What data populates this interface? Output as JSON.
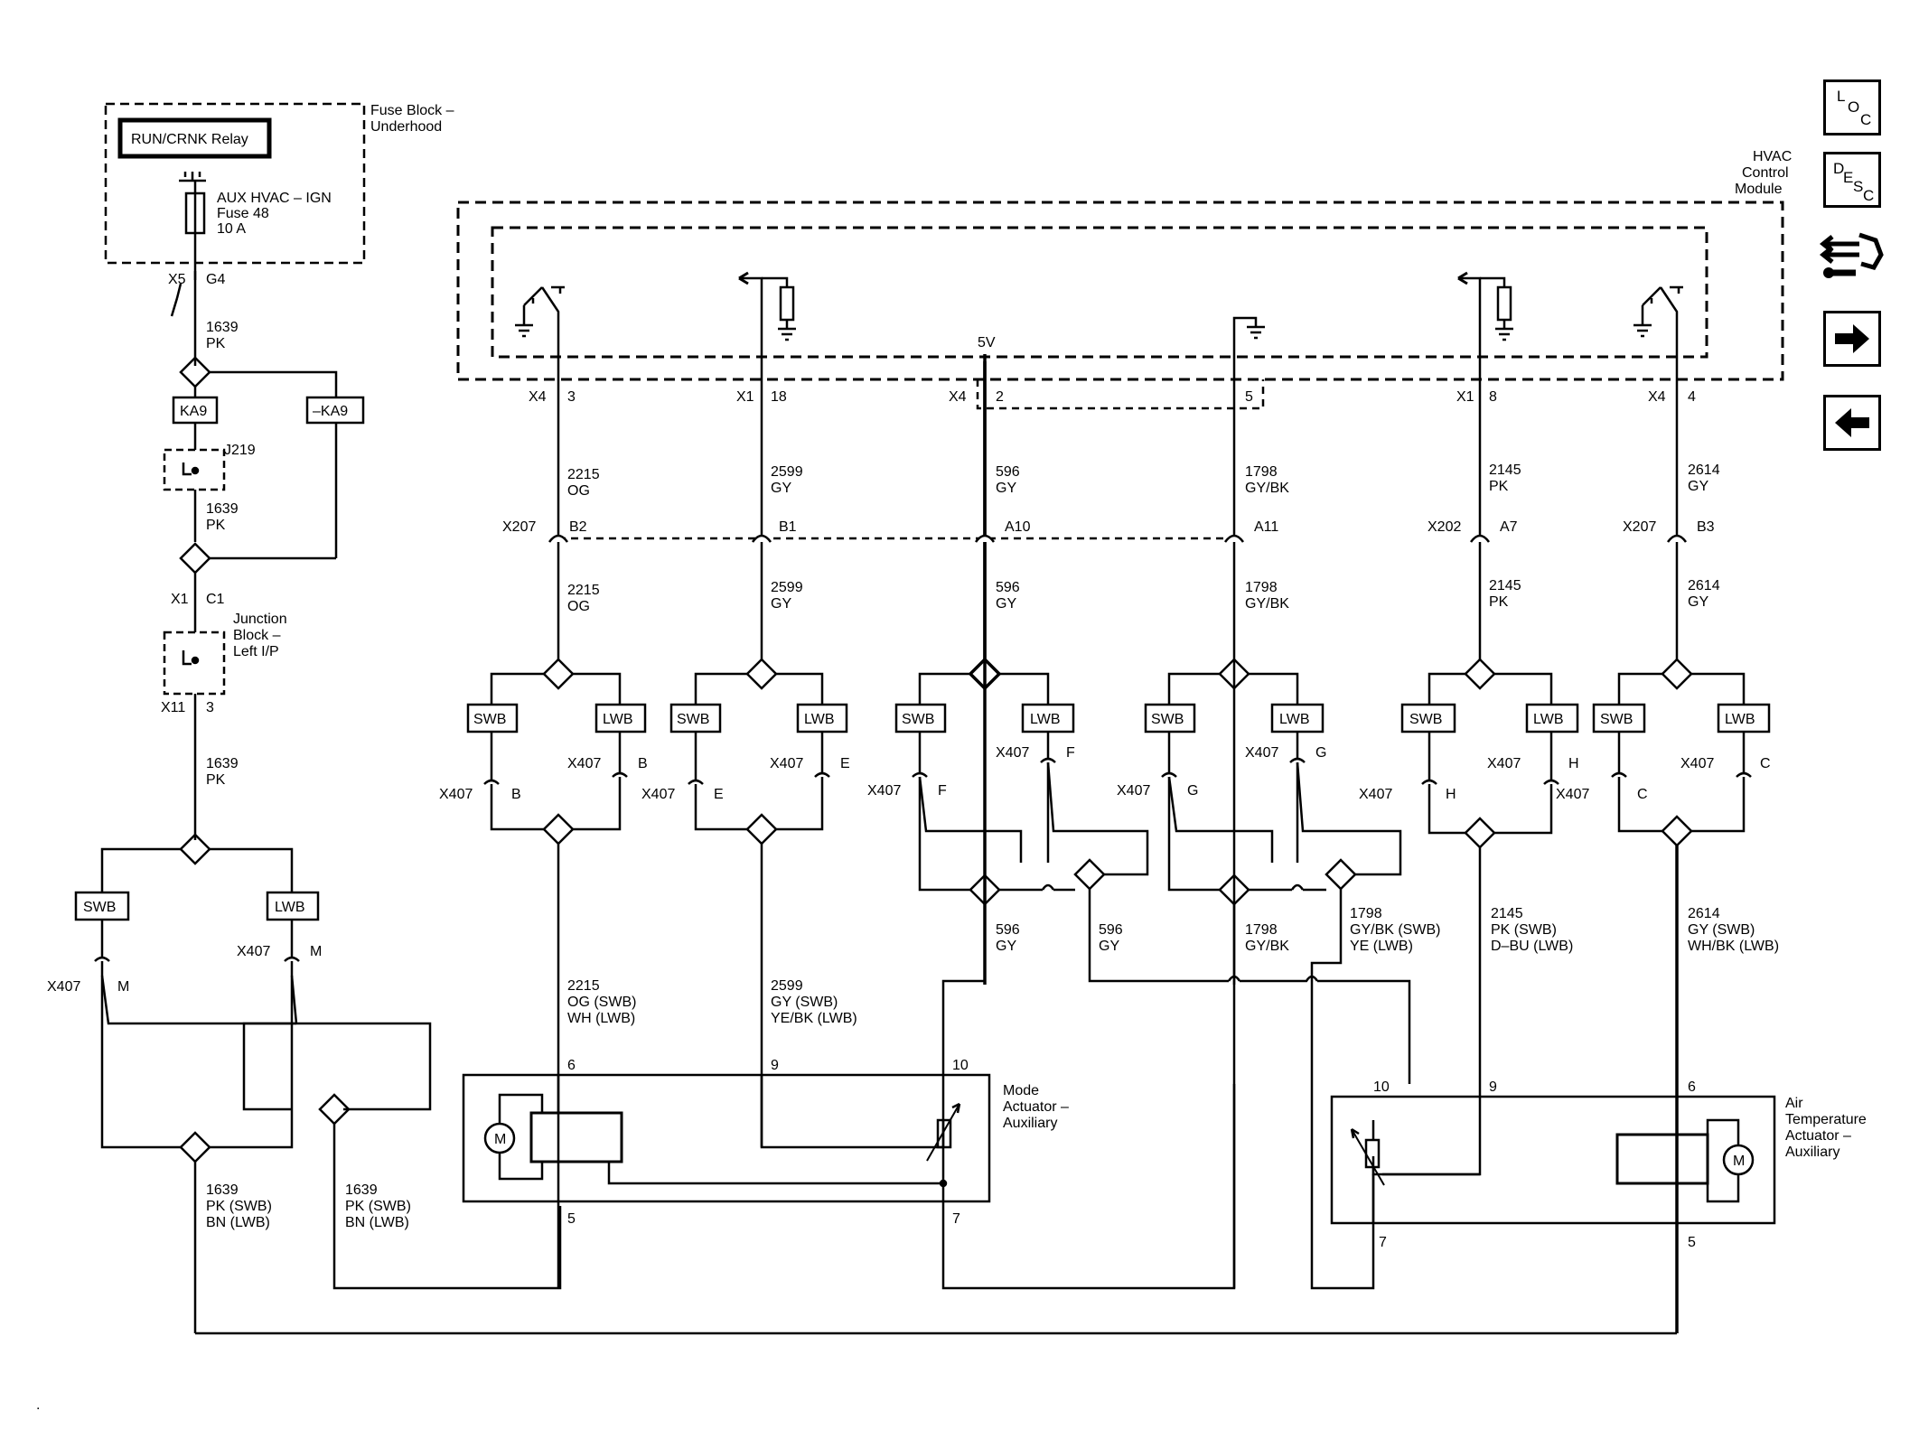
{
  "fuse_block": {
    "title_line1": "Fuse Block –",
    "title_line2": "Underhood",
    "relay": "RUN/CRNK Relay",
    "fuse_line1": "AUX HVAC – IGN",
    "fuse_line2": "Fuse 48",
    "fuse_line3": "10 A",
    "conn_x5": "X5",
    "pin_g4": "G4"
  },
  "left_branch": {
    "wire_1639": "1639",
    "color_pk": "PK",
    "ka9": "KA9",
    "neg_ka9": "–KA9",
    "j219": "J219",
    "x1": "X1",
    "c1": "C1",
    "junction_line1": "Junction",
    "junction_line2": "Block –",
    "junction_line3": "Left I/P",
    "x11": "X11",
    "pin3": "3",
    "swb": "SWB",
    "lwb": "LWB",
    "x407": "X407",
    "pin_m": "M",
    "bottom_wire": "1639",
    "bottom_c1": "PK (SWB)",
    "bottom_c2": "BN (LWB)"
  },
  "hvac_module": {
    "title_line1": "HVAC",
    "title_line2": "Control",
    "title_line3": "Module",
    "v5": "5V"
  },
  "circuits": [
    {
      "conn": "X4",
      "pin": "3",
      "wire": "2215",
      "color": "OG",
      "inline_conn": "X207",
      "inline_pin": "B2",
      "swb_pin": "B",
      "lwb_pin": "B",
      "out_wire": "2215",
      "out_c1": "OG (SWB)",
      "out_c2": "WH (LWB)"
    },
    {
      "conn": "X1",
      "pin": "18",
      "wire": "2599",
      "color": "GY",
      "inline_conn": "",
      "inline_pin": "B1",
      "swb_pin": "E",
      "lwb_pin": "E",
      "out_wire": "2599",
      "out_c1": "GY (SWB)",
      "out_c2": "YE/BK (LWB)"
    },
    {
      "conn": "X4",
      "pin": "2",
      "wire": "596",
      "color": "GY",
      "inline_conn": "",
      "inline_pin": "A10",
      "swb_pin": "F",
      "lwb_pin": "F",
      "out_wire": "596",
      "out_c1": "GY",
      "out_c2": "",
      "extra_wire": "596",
      "extra_color": "GY"
    },
    {
      "conn": "",
      "pin": "5",
      "wire": "1798",
      "color": "GY/BK",
      "inline_conn": "",
      "inline_pin": "A11",
      "swb_pin": "G",
      "lwb_pin": "G",
      "out_wire": "1798",
      "out_c1": "GY/BK",
      "out_c2": "",
      "extra_wire": "1798",
      "extra_c1": "GY/BK (SWB)",
      "extra_c2": "YE (LWB)"
    },
    {
      "conn": "X1",
      "pin": "8",
      "wire": "2145",
      "color": "PK",
      "inline_conn": "X202",
      "inline_pin": "A7",
      "swb_pin": "H",
      "lwb_pin": "H",
      "out_wire": "2145",
      "out_c1": "PK (SWB)",
      "out_c2": "D–BU (LWB)"
    },
    {
      "conn": "X4",
      "pin": "4",
      "wire": "2614",
      "color": "GY",
      "inline_conn": "X207",
      "inline_pin": "B3",
      "swb_pin": "C",
      "lwb_pin": "C",
      "out_wire": "2614",
      "out_c1": "GY (SWB)",
      "out_c2": "WH/BK (LWB)"
    }
  ],
  "mode_actuator": {
    "line1": "Mode",
    "line2": "Actuator –",
    "line3": "Auxiliary",
    "pin6": "6",
    "pin9": "9",
    "pin10": "10",
    "pin5": "5",
    "pin7": "7",
    "motor": "M"
  },
  "air_temp_actuator": {
    "line1": "Air",
    "line2": "Temperature",
    "line3": "Actuator –",
    "line4": "Auxiliary",
    "pin10": "10",
    "pin9": "9",
    "pin6": "6",
    "pin7": "7",
    "pin5": "5",
    "motor": "M"
  },
  "side_buttons": {
    "loc_l": "L",
    "loc_o": "O",
    "loc_c": "C",
    "desc_d": "D",
    "desc_e": "E",
    "desc_s": "S",
    "desc_c": "C",
    "tools_icon": "wrench-connector-icon",
    "next_icon": "arrow-right-icon",
    "prev_icon": "arrow-left-icon"
  },
  "footer_mark": "."
}
